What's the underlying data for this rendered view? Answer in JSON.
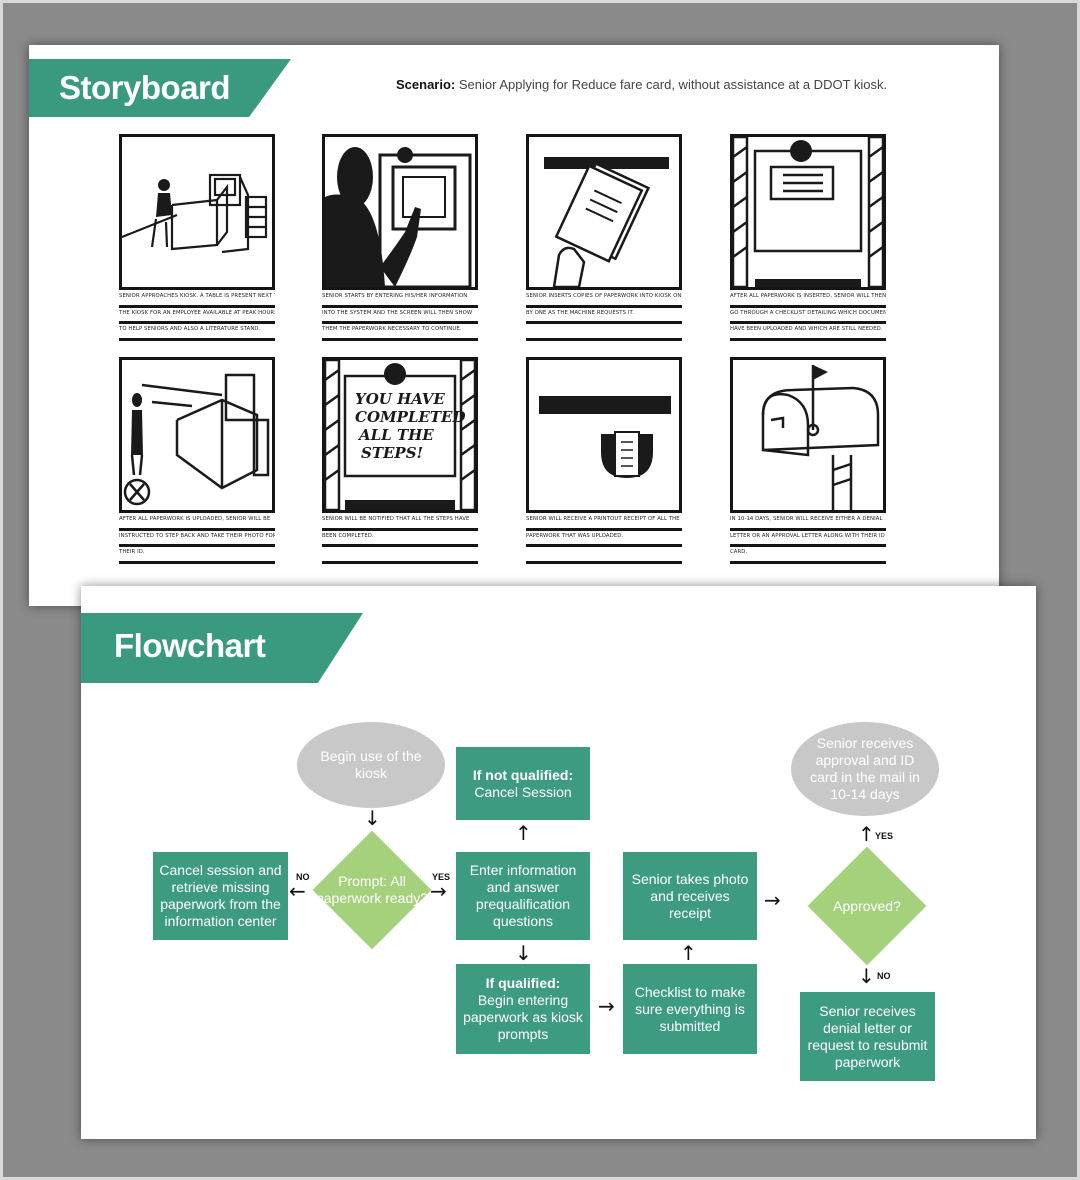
{
  "storyboard": {
    "title": "Storyboard",
    "scenario_label": "Scenario:",
    "scenario_text": "Senior Applying for Reduce fare card, without assistance at a DDOT kiosk.",
    "panels": [
      {
        "lines": [
          "Senior approaches kiosk. A table is present next to",
          "the kiosk for an employee available at peak hours",
          "to help seniors and also a literature stand."
        ]
      },
      {
        "lines": [
          "Senior starts by entering his/her information",
          "into the system and the screen will then show",
          "them the paperwork necessary to continue."
        ]
      },
      {
        "lines": [
          "Senior inserts copies of paperwork into kiosk one",
          "by one as the machine requests it.",
          ""
        ]
      },
      {
        "lines": [
          "After all paperwork is inserted, senior will then",
          "go through a checklist detailing which documents",
          "have been uploaded and which are still needed."
        ]
      },
      {
        "lines": [
          "After all paperwork is uploaded, senior will be",
          "instructed to step back and take their photo for",
          "their ID."
        ]
      },
      {
        "lines": [
          "Senior will be notified that all the steps have",
          "been completed.",
          ""
        ],
        "screen_text": [
          "YOU HAVE",
          "COMPLETED",
          "ALL THE",
          "STEPS!"
        ]
      },
      {
        "lines": [
          "Senior will receive a printout receipt of all the",
          "paperwork that was uploaded.",
          ""
        ]
      },
      {
        "lines": [
          "In 10-14 days, senior will receive either a denial",
          "letter or an approval letter along with their ID",
          "card."
        ]
      }
    ]
  },
  "flowchart": {
    "title": "Flowchart",
    "begin": "Begin use of the kiosk",
    "prompt": "Prompt: All paperwork ready?",
    "cancel_missing": "Cancel session and retrieve missing paperwork from the information center",
    "not_qualified_bold": "If not qualified:",
    "not_qualified_text": "Cancel Session",
    "enter_info": "Enter information and answer prequalification questions",
    "qualified_bold": "If qualified:",
    "qualified_text": "Begin entering paperwork as kiosk prompts",
    "checklist": "Checklist to make sure everything is submitted",
    "photo": "Senior takes photo and receives receipt",
    "approved": "Approved?",
    "approval": "Senior receives approval and ID card in the mail in 10-14 days",
    "denial": "Senior receives denial letter or request to resubmit paperwork",
    "label_no": "NO",
    "label_yes": "YES"
  },
  "colors": {
    "accent": "#3a9a7f",
    "diamond": "#a5d17d",
    "oval": "#c8c8c8"
  }
}
